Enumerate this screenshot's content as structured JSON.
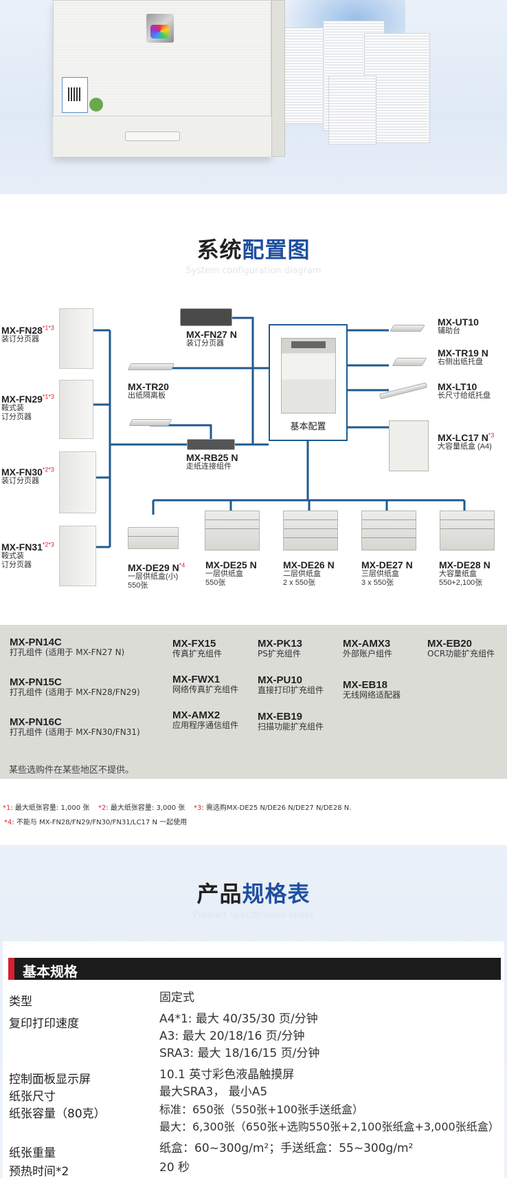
{
  "colors": {
    "accent_blue": "#1f4fa0",
    "line_blue": "#1f5a8f",
    "red": "#d71f2e",
    "band": "#dcdcd7"
  },
  "config": {
    "title_a": "系统",
    "title_b": "配置图",
    "subtitle": "System configuration diagram",
    "center_label": "基本配置",
    "left": [
      {
        "model": "MX-FN28",
        "mark": "*1*3",
        "desc": [
          "装订分页器"
        ]
      },
      {
        "model": "MX-FN29",
        "mark": "*1*3",
        "desc": [
          "鞍式装",
          "订分页器"
        ]
      },
      {
        "model": "MX-FN30",
        "mark": "*2*3",
        "desc": [
          "装订分页器"
        ]
      },
      {
        "model": "MX-FN31",
        "mark": "*2*3",
        "desc": [
          "鞍式装",
          "订分页器"
        ]
      }
    ],
    "mid": [
      {
        "model": "MX-FN27 N",
        "mark": "",
        "desc": [
          "装订分页器"
        ]
      },
      {
        "model": "MX-TR20",
        "mark": "",
        "desc": [
          "出纸隔离板"
        ]
      },
      {
        "model": "MX-RB25 N",
        "mark": "",
        "desc": [
          "走纸连接组件"
        ]
      }
    ],
    "right": [
      {
        "model": "MX-UT10",
        "mark": "",
        "desc": [
          "辅助台"
        ]
      },
      {
        "model": "MX-TR19 N",
        "mark": "",
        "desc": [
          "右侧出纸托盘"
        ]
      },
      {
        "model": "MX-LT10",
        "mark": "",
        "desc": [
          "长尺寸给纸托盘"
        ]
      },
      {
        "model": "MX-LC17 N",
        "mark": "*3",
        "desc": [
          "大容量纸盒 (A4)"
        ]
      }
    ],
    "bottom": [
      {
        "model": "MX-DE29 N",
        "mark": "*4",
        "desc": [
          "一层供纸盒(小)",
          "550张"
        ]
      },
      {
        "model": "MX-DE25 N",
        "mark": "",
        "desc": [
          "一层供纸盒",
          "550张"
        ]
      },
      {
        "model": "MX-DE26 N",
        "mark": "",
        "desc": [
          "二层供纸盒",
          "2 x 550张"
        ]
      },
      {
        "model": "MX-DE27 N",
        "mark": "",
        "desc": [
          "三层供纸盒",
          "3 x 550张"
        ]
      },
      {
        "model": "MX-DE28 N",
        "mark": "",
        "desc": [
          "大容量纸盒",
          "550+2,100张"
        ]
      }
    ]
  },
  "options": {
    "items": [
      {
        "model": "MX-PN14C",
        "desc": "打孔组件 (适用于 MX-FN27 N)"
      },
      {
        "model": "MX-PN15C",
        "desc": "打孔组件 (适用于 MX-FN28/FN29)"
      },
      {
        "model": "MX-PN16C",
        "desc": "打孔组件 (适用于 MX-FN30/FN31)"
      },
      {
        "model": "MX-FX15",
        "desc": "传真扩充组件"
      },
      {
        "model": "MX-FWX1",
        "desc": "网络传真扩充组件"
      },
      {
        "model": "MX-AMX2",
        "desc": "应用程序通信组件"
      },
      {
        "model": "MX-PK13",
        "desc": "PS扩充组件"
      },
      {
        "model": "MX-PU10",
        "desc": "直接打印扩充组件"
      },
      {
        "model": "MX-EB19",
        "desc": "扫描功能扩充组件"
      },
      {
        "model": "MX-AMX3",
        "desc": "外部账户组件"
      },
      {
        "model": "MX-EB18",
        "desc": "无线网络适配器"
      },
      {
        "model": "MX-EB20",
        "desc": "OCR功能扩充组件"
      }
    ],
    "note": "某些选购件在某些地区不提供。"
  },
  "footnotes": {
    "n1_mark": "*1",
    "n1": ": 最大纸张容量: 1,000 张",
    "n2_mark": "*2",
    "n2": ": 最大纸张容量: 3,000 张",
    "n3_mark": "*3",
    "n3": ": 需选购MX-DE25 N/DE26 N/DE27 N/DE28 N.",
    "n4_mark": "*4",
    "n4": ": 不能与 MX-FN28/FN29/FN30/FN31/LC17 N 一起使用"
  },
  "specs": {
    "title_a": "产品",
    "title_b": "规格表",
    "subtitle": "Product specification sheet",
    "section": "基本规格",
    "rows": [
      {
        "label": "类型",
        "values": [
          "固定式"
        ]
      },
      {
        "label": "复印打印速度",
        "values": [
          "A4*1: 最大 40/35/30 页/分钟",
          "A3: 最大 20/18/16 页/分钟",
          "SRA3: 最大 18/16/15 页/分钟"
        ]
      },
      {
        "label": "控制面板显示屏",
        "values": [
          "10.1 英寸彩色液晶触摸屏"
        ]
      },
      {
        "label": "纸张尺寸",
        "values": [
          "最大SRA3， 最小A5"
        ]
      },
      {
        "label": "纸张容量（80克）",
        "values": [
          "标准：650张（550张+100张手送纸盒）",
          "最大：6,300张（650张+选购550张+2,100张纸盒+3,000张纸盒）"
        ]
      },
      {
        "label": "纸张重量",
        "values": [
          "纸盒：60~300g/m²；手送纸盒：55~300g/m²"
        ]
      },
      {
        "label": "预热时间*2",
        "values": [
          "20 秒"
        ]
      }
    ]
  }
}
